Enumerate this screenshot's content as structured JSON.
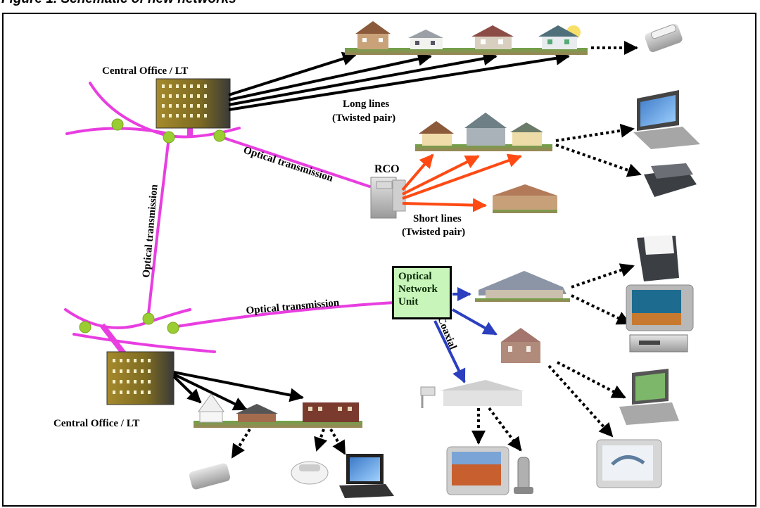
{
  "figure": {
    "title": "Figure 1.    Schematic of new networks"
  },
  "labels": {
    "central_office_top": "Central Office / LT",
    "central_office_bottom": "Central Office / LT",
    "long_lines_1": "Long lines",
    "long_lines_2": "(Twisted pair)",
    "optical_transmission_rco": "Optical transmission",
    "rco": "RCO",
    "short_lines_1": "Short lines",
    "short_lines_2": "(Twisted pair)",
    "optical_transmission_vertical": "Optical transmission",
    "optical_transmission_onu": "Optical transmission",
    "coaxial": "Coaxial",
    "onu_line1": "Optical",
    "onu_line2": "Network",
    "onu_line3": "Unit"
  },
  "colors": {
    "fiber": "#e83ee0",
    "node": "#9acd32",
    "short_line": "#ff4a14",
    "coax": "#2b3fbf",
    "long_line": "#000000"
  },
  "icons": [
    "office-building-icon",
    "house-icon",
    "telephone-icon",
    "laptop-icon",
    "fax-machine-icon",
    "rco-cabinet-icon",
    "tv-icon",
    "vcr-icon",
    "cordless-phone-icon"
  ]
}
